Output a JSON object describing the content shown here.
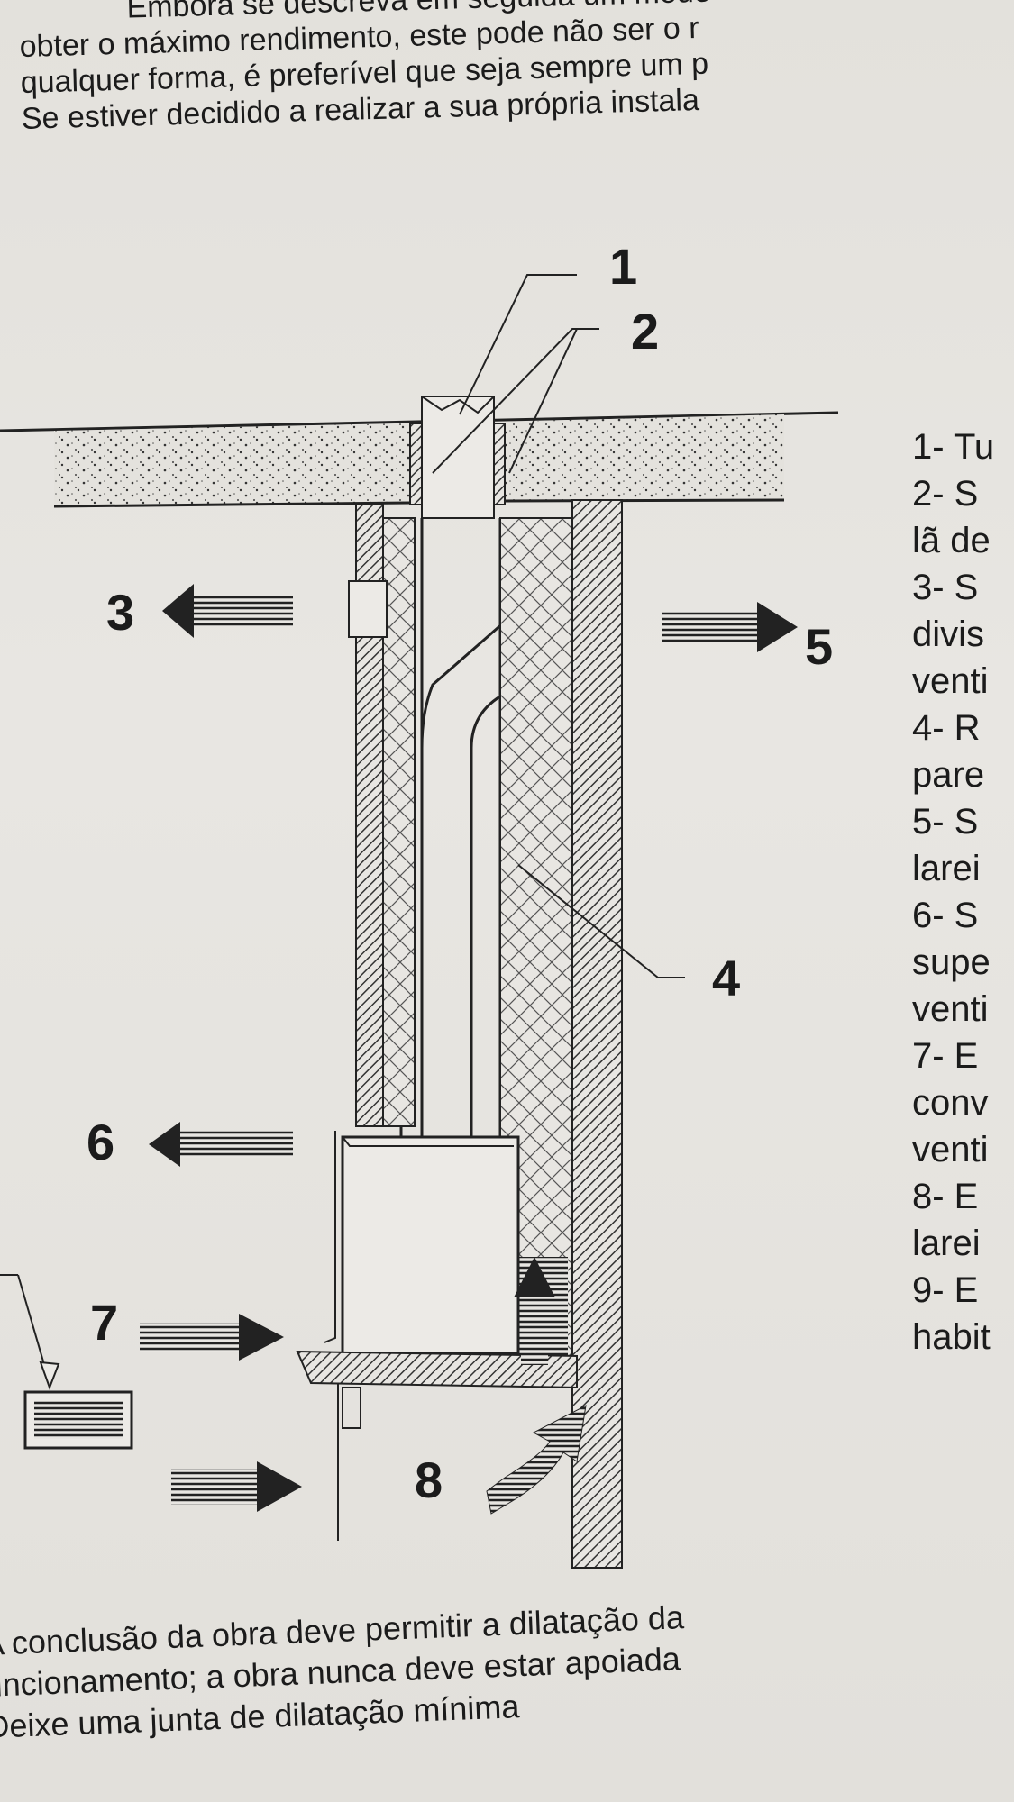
{
  "top_paragraph": [
    "Embora se descreva em seguida um mode",
    "obter o máximo rendimento, este pode não ser o r",
    "qualquer forma, é preferível que seja sempre um p",
    "Se estiver decidido a realizar a sua própria instala"
  ],
  "diagram": {
    "callouts": [
      "1",
      "2",
      "3",
      "4",
      "5",
      "6",
      "7",
      "8"
    ]
  },
  "legend": [
    "1- Tu",
    "2- S",
    "lã de",
    "3-   S",
    "divis",
    "venti",
    "4- R",
    "pare",
    "5- S",
    "larei",
    "6-   S",
    "supe",
    "venti",
    "7- E",
    "conv",
    "venti",
    "8- E",
    "larei",
    "9- E",
    "habit"
  ],
  "bottom_paragraph": [
    "A conclusão da obra deve permitir a dilatação da",
    "uncionamento; a obra nunca deve estar apoiada",
    "Deixe uma junta de dilatação mínima"
  ]
}
